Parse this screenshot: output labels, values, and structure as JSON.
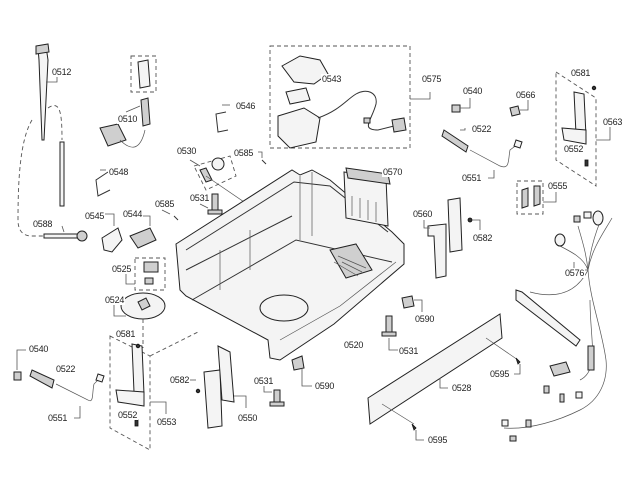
{
  "diagram": {
    "title": "Dishwasher base assembly exploded view",
    "labels": [
      {
        "id": "l0512",
        "text": "0512"
      },
      {
        "id": "l0510",
        "text": "0510"
      },
      {
        "id": "l0546a",
        "text": "0546"
      },
      {
        "id": "l0543",
        "text": "0543"
      },
      {
        "id": "l0575",
        "text": "0575"
      },
      {
        "id": "l0540a",
        "text": "0540"
      },
      {
        "id": "l0566",
        "text": "0566"
      },
      {
        "id": "l0581a",
        "text": "0581"
      },
      {
        "id": "l0563",
        "text": "0563"
      },
      {
        "id": "l0522a",
        "text": "0522"
      },
      {
        "id": "l0552a",
        "text": "0552"
      },
      {
        "id": "l0551a",
        "text": "0551"
      },
      {
        "id": "l0555",
        "text": "0555"
      },
      {
        "id": "l0530",
        "text": "0530"
      },
      {
        "id": "l0585a",
        "text": "0585"
      },
      {
        "id": "l0570",
        "text": "0570"
      },
      {
        "id": "l0548",
        "text": "0548"
      },
      {
        "id": "l0531a",
        "text": "0531"
      },
      {
        "id": "l0585b",
        "text": "0585"
      },
      {
        "id": "l0544",
        "text": "0544"
      },
      {
        "id": "l0545",
        "text": "0545"
      },
      {
        "id": "l0588",
        "text": "0588"
      },
      {
        "id": "l0560",
        "text": "0560"
      },
      {
        "id": "l0582a",
        "text": "0582"
      },
      {
        "id": "l0576",
        "text": "0576"
      },
      {
        "id": "l0525",
        "text": "0525"
      },
      {
        "id": "l0524",
        "text": "0524"
      },
      {
        "id": "l0590a",
        "text": "0590"
      },
      {
        "id": "l0581b",
        "text": "0581"
      },
      {
        "id": "l0520",
        "text": "0520"
      },
      {
        "id": "l0531b",
        "text": "0531"
      },
      {
        "id": "l0540b",
        "text": "0540"
      },
      {
        "id": "l0522b",
        "text": "0522"
      },
      {
        "id": "l0582b",
        "text": "0582"
      },
      {
        "id": "l0590b",
        "text": "0590"
      },
      {
        "id": "l0595a",
        "text": "0595"
      },
      {
        "id": "l0531c",
        "text": "0531"
      },
      {
        "id": "l0550",
        "text": "0550"
      },
      {
        "id": "l0528",
        "text": "0528"
      },
      {
        "id": "l0551b",
        "text": "0551"
      },
      {
        "id": "l0552b",
        "text": "0552"
      },
      {
        "id": "l0553",
        "text": "0553"
      },
      {
        "id": "l0595b",
        "text": "0595"
      }
    ]
  }
}
